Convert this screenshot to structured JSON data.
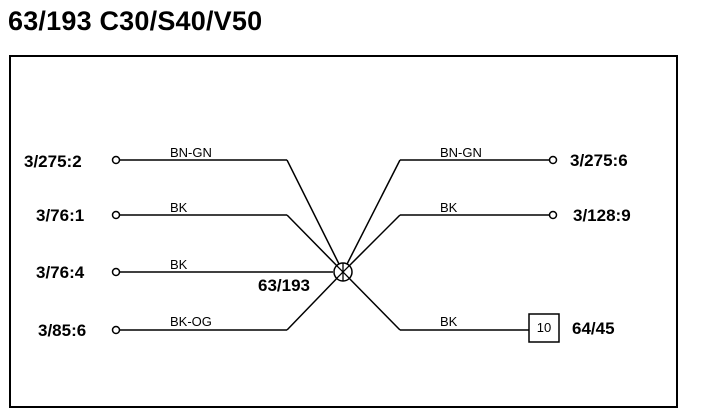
{
  "title": "63/193 C30/S40/V50",
  "splice_label": "63/193",
  "left_connections": [
    {
      "terminal": "3/275:2",
      "wire": "BN-GN"
    },
    {
      "terminal": "3/76:1",
      "wire": "BK"
    },
    {
      "terminal": "3/76:4",
      "wire": "BK"
    },
    {
      "terminal": "3/85:6",
      "wire": "BK-OG"
    }
  ],
  "right_connections": [
    {
      "terminal": "3/275:6",
      "wire": "BN-GN"
    },
    {
      "terminal": "3/128:9",
      "wire": "BK"
    },
    {
      "terminal": "64/45",
      "wire": "BK",
      "box_label": "10"
    }
  ]
}
